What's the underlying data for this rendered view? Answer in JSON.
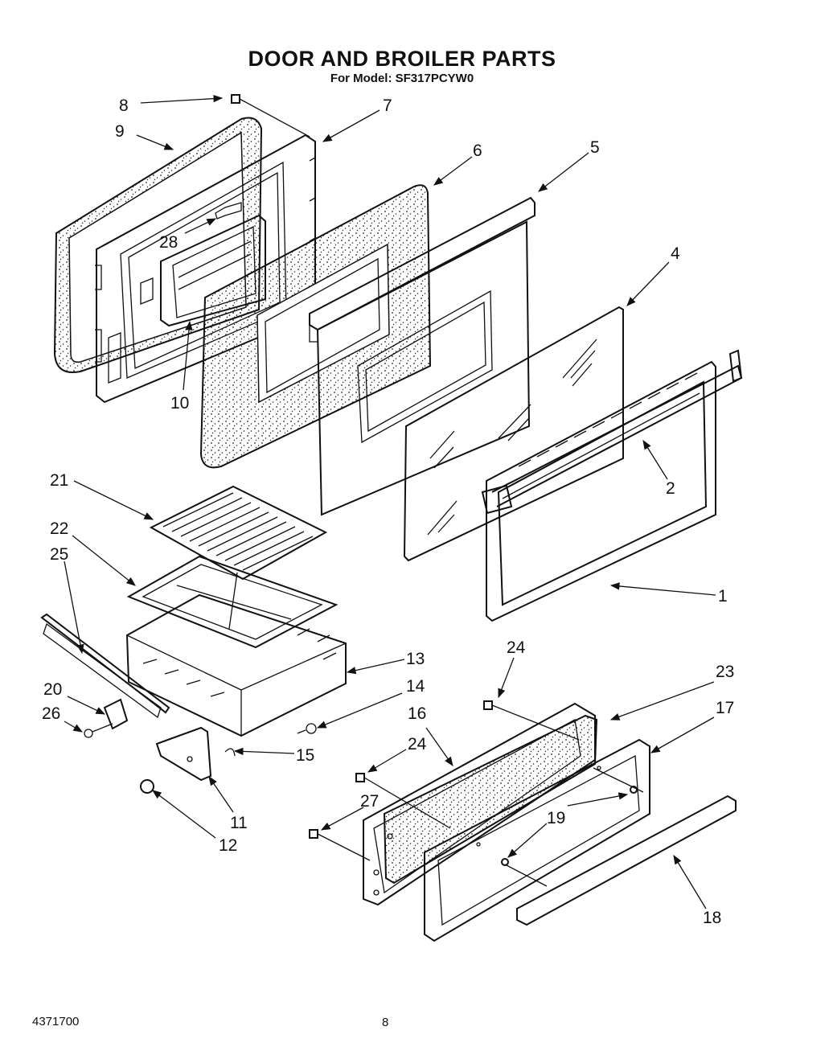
{
  "header": {
    "title": "DOOR AND BROILER PARTS",
    "subtitle": "For Model: SF317PCYW0"
  },
  "footer": {
    "doc_number": "4371700",
    "page_number": "8"
  },
  "callouts": [
    {
      "id": "c1",
      "label": "1"
    },
    {
      "id": "c2",
      "label": "2"
    },
    {
      "id": "c4",
      "label": "4"
    },
    {
      "id": "c5",
      "label": "5"
    },
    {
      "id": "c6",
      "label": "6"
    },
    {
      "id": "c7",
      "label": "7"
    },
    {
      "id": "c8",
      "label": "8"
    },
    {
      "id": "c9",
      "label": "9"
    },
    {
      "id": "c10",
      "label": "10"
    },
    {
      "id": "c11",
      "label": "11"
    },
    {
      "id": "c12",
      "label": "12"
    },
    {
      "id": "c13",
      "label": "13"
    },
    {
      "id": "c14",
      "label": "14"
    },
    {
      "id": "c15",
      "label": "15"
    },
    {
      "id": "c16",
      "label": "16"
    },
    {
      "id": "c17",
      "label": "17"
    },
    {
      "id": "c18",
      "label": "18"
    },
    {
      "id": "c19",
      "label": "19"
    },
    {
      "id": "c20",
      "label": "20"
    },
    {
      "id": "c21",
      "label": "21"
    },
    {
      "id": "c22",
      "label": "22"
    },
    {
      "id": "c23",
      "label": "23"
    },
    {
      "id": "c24a",
      "label": "24"
    },
    {
      "id": "c24b",
      "label": "24"
    },
    {
      "id": "c25",
      "label": "25"
    },
    {
      "id": "c26",
      "label": "26"
    },
    {
      "id": "c27",
      "label": "27"
    },
    {
      "id": "c28",
      "label": "28"
    }
  ]
}
